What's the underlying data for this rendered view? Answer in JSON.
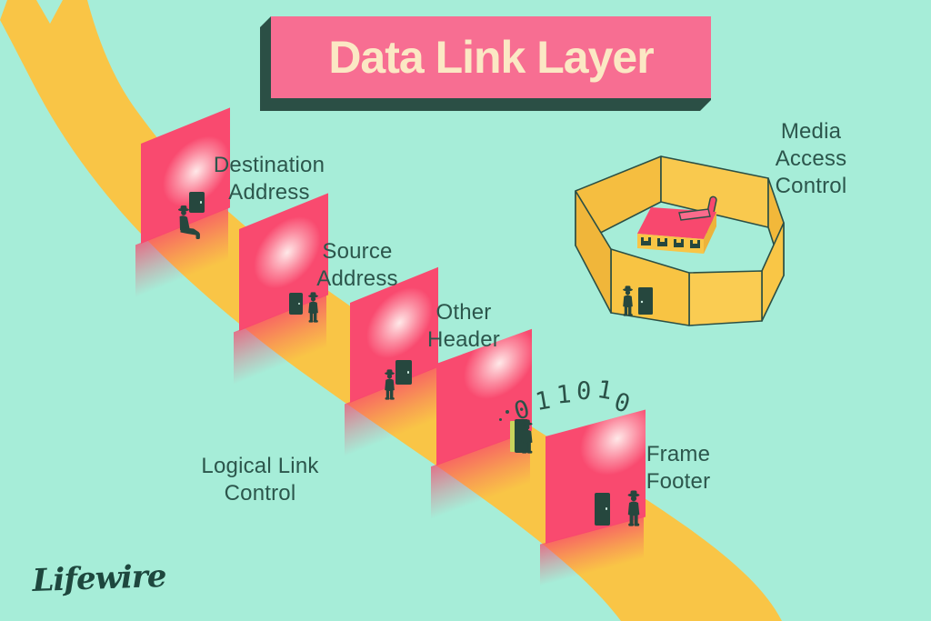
{
  "title": {
    "text": "Data Link Layer"
  },
  "brand": {
    "logo_text": "Lifewire"
  },
  "labels": [
    {
      "id": "destination-address",
      "text": "Destination\nAddress"
    },
    {
      "id": "source-address",
      "text": "Source\nAddress"
    },
    {
      "id": "other-header",
      "text": "Other\nHeader"
    },
    {
      "id": "logical-link-control",
      "text": "Logical Link\nControl"
    },
    {
      "id": "frame-footer",
      "text": "Frame\nFooter"
    },
    {
      "id": "media-access-control",
      "text": "Media Access\nControl"
    }
  ],
  "binary_stream": {
    "digits": "011010"
  },
  "colors": {
    "background_mint": "#A6EDD8",
    "road_yellow": "#F9C546",
    "wall_pink": "#F94A6F",
    "banner_pink": "#F76E92",
    "banner_shadow_teal": "#2B4F45",
    "text_teal": "#2C564C",
    "title_cream": "#FBE8C4",
    "door_dark": "#26473E"
  }
}
